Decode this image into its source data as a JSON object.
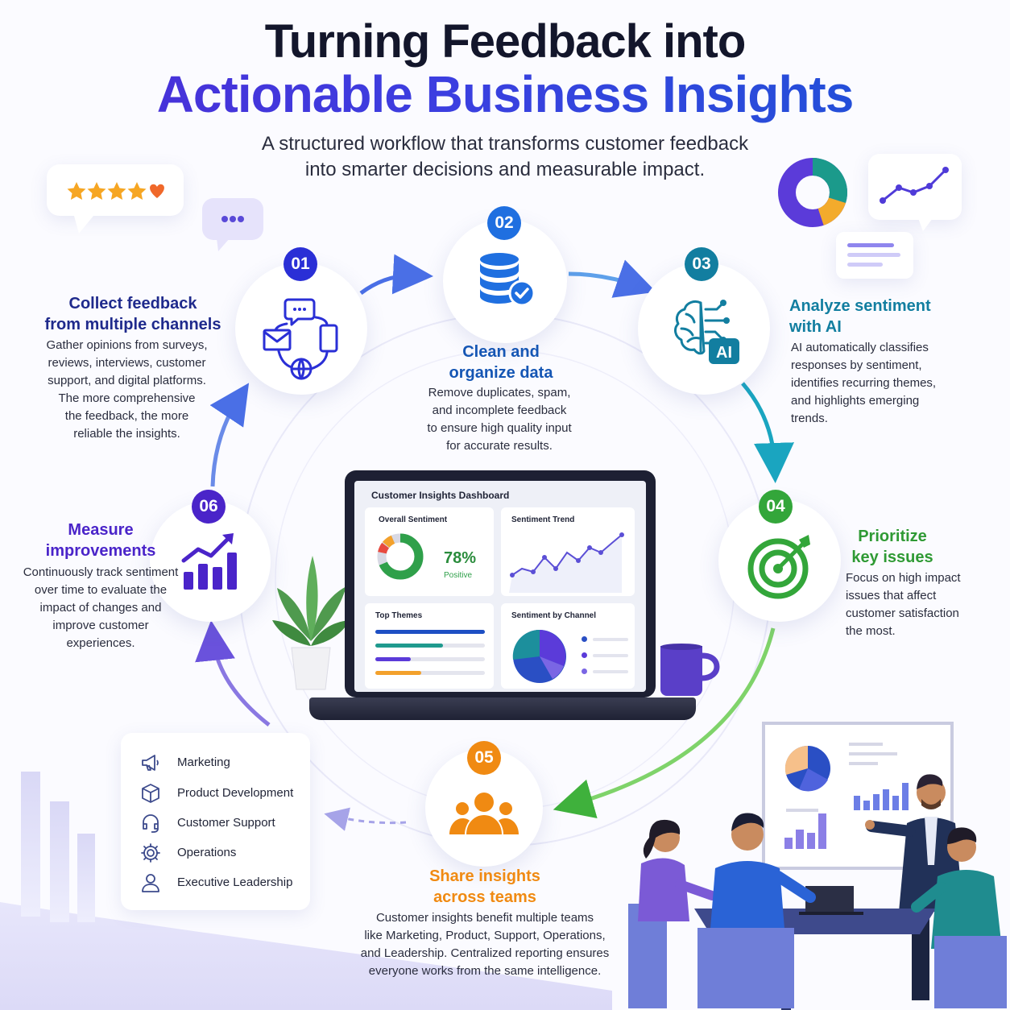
{
  "header": {
    "title_line1": "Turning Feedback into",
    "title_line2": "Actionable Business Insights",
    "subtitle_line1": "A structured workflow that transforms customer feedback",
    "subtitle_line2": "into smarter decisions and measurable impact."
  },
  "steps": [
    {
      "number": "01",
      "title_line1": "Collect feedback",
      "title_line2": "from multiple channels",
      "desc": [
        "Gather opinions from surveys,",
        "reviews, interviews, customer",
        "support, and digital platforms.",
        "The more comprehensive",
        "the feedback, the more",
        "reliable the insights."
      ],
      "color": "#2a2fd6",
      "icon": "channels-icon"
    },
    {
      "number": "02",
      "title_line1": "Clean and",
      "title_line2": "organize data",
      "desc": [
        "Remove duplicates, spam,",
        "and incomplete feedback",
        "to ensure high quality input",
        "for accurate results."
      ],
      "color": "#1f6fe0",
      "icon": "database-check-icon"
    },
    {
      "number": "03",
      "title_line1": "Analyze sentiment",
      "title_line2": "with AI",
      "desc": [
        "AI automatically classifies",
        "responses by sentiment,",
        "identifies recurring themes,",
        "and highlights emerging",
        "trends."
      ],
      "color": "#127ea0",
      "icon": "ai-brain-icon"
    },
    {
      "number": "04",
      "title_line1": "Prioritize",
      "title_line2": "key issues",
      "desc": [
        "Focus on high impact",
        "issues that affect",
        "customer satisfaction",
        "the most."
      ],
      "color": "#33a63a",
      "icon": "target-icon"
    },
    {
      "number": "05",
      "title_line1": "Share insights",
      "title_line2": "across teams",
      "desc": [
        "Customer insights benefit multiple teams",
        "like Marketing, Product, Support, Operations,",
        "and Leadership. Centralized reporting ensures",
        "everyone works from the same intelligence."
      ],
      "color": "#f08a12",
      "icon": "team-icon"
    },
    {
      "number": "06",
      "title_line1": "Measure",
      "title_line2": "improvements",
      "desc": [
        "Continuously track sentiment",
        "over time to evaluate the",
        "impact of changes and",
        "improve customer",
        "experiences."
      ],
      "color": "#4a24c9",
      "icon": "growth-chart-icon"
    }
  ],
  "dashboard": {
    "title": "Customer Insights Dashboard",
    "overall_sentiment": {
      "label": "Overall Sentiment",
      "value": "78%",
      "caption": "Positive",
      "percent": 78
    },
    "trend": {
      "label": "Sentiment Trend"
    },
    "themes": {
      "label": "Top Themes",
      "levels": [
        1.0,
        0.62,
        0.32,
        0.42
      ]
    },
    "channel": {
      "label": "Sentiment by Channel"
    }
  },
  "teams": [
    {
      "label": "Marketing",
      "icon": "megaphone-icon"
    },
    {
      "label": "Product Development",
      "icon": "box-icon"
    },
    {
      "label": "Customer Support",
      "icon": "headset-icon"
    },
    {
      "label": "Operations",
      "icon": "gear-icon"
    },
    {
      "label": "Executive Leadership",
      "icon": "person-icon"
    }
  ],
  "colors": {
    "violet": "#4a24c9",
    "blue": "#1f6fe0",
    "teal": "#127ea0",
    "green": "#33a63a",
    "orange": "#f08a12",
    "star": "#f6a623",
    "heart": "#f0682a"
  }
}
